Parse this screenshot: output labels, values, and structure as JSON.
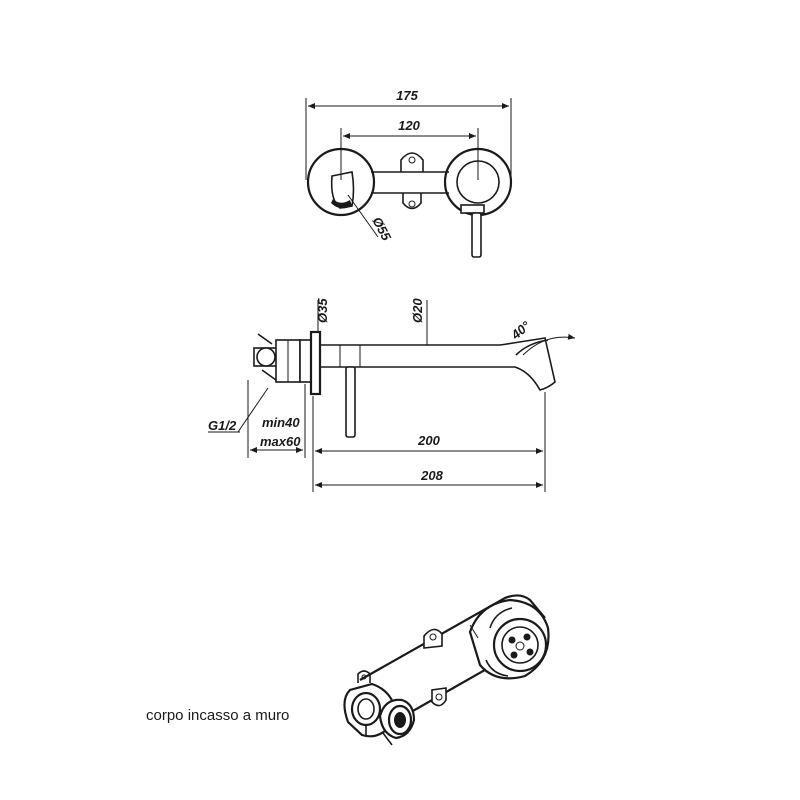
{
  "dimensions": {
    "total_width": "175",
    "axis_distance": "120",
    "rosette_diameter": "Ø55",
    "rosette_depth": "Ø35",
    "spout_diameter": "Ø20",
    "spout_angle": "40°",
    "thread": "G1/2",
    "min_depth": "min40",
    "max_depth": "max60",
    "spout_length": "200",
    "overall_length": "208"
  },
  "caption": "corpo incasso a muro"
}
